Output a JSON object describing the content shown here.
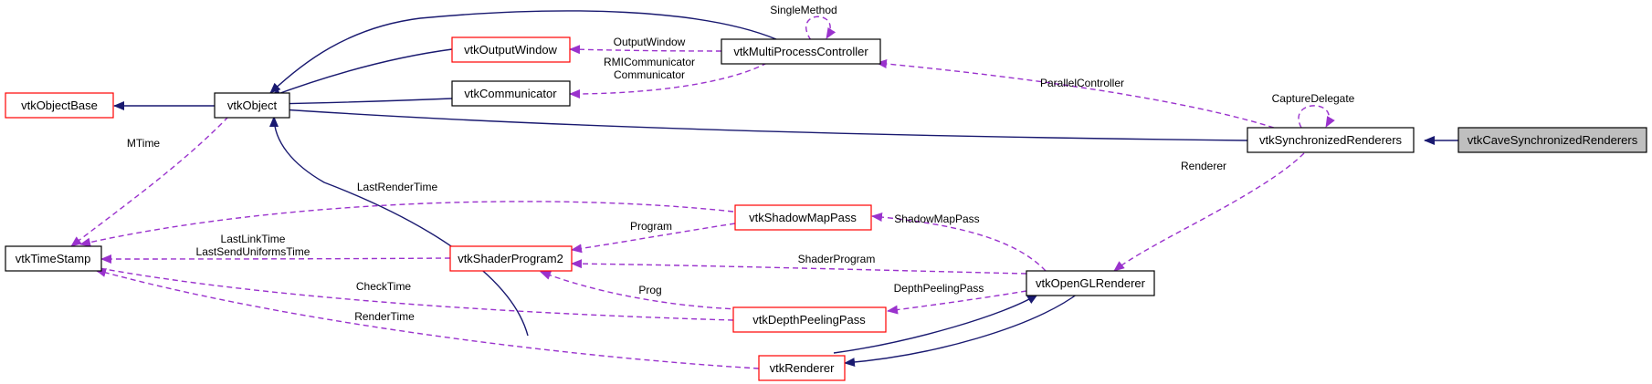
{
  "diagram": {
    "colors": {
      "inheritance": "#191970",
      "usage": "#9a32cd",
      "node_border_default": "#000000",
      "node_border_incomplete": "#ff0000",
      "highlight_fill": "#bfbfbf"
    },
    "nodes": {
      "vtkCaveSynchronizedRenderers": {
        "label": "vtkCaveSynchronizedRenderers",
        "border": "#000000",
        "highlighted": true
      },
      "vtkSynchronizedRenderers": {
        "label": "vtkSynchronizedRenderers",
        "border": "#000000",
        "highlighted": false
      },
      "vtkObject": {
        "label": "vtkObject",
        "border": "#000000",
        "highlighted": false
      },
      "vtkObjectBase": {
        "label": "vtkObjectBase",
        "border": "#ff0000",
        "highlighted": false
      },
      "vtkOutputWindow": {
        "label": "vtkOutputWindow",
        "border": "#ff0000",
        "highlighted": false
      },
      "vtkMultiProcessController": {
        "label": "vtkMultiProcessController",
        "border": "#000000",
        "highlighted": false
      },
      "vtkCommunicator": {
        "label": "vtkCommunicator",
        "border": "#000000",
        "highlighted": false
      },
      "vtkTimeStamp": {
        "label": "vtkTimeStamp",
        "border": "#000000",
        "highlighted": false
      },
      "vtkShaderProgram2": {
        "label": "vtkShaderProgram2",
        "border": "#ff0000",
        "highlighted": false
      },
      "vtkShadowMapPass": {
        "label": "vtkShadowMapPass",
        "border": "#ff0000",
        "highlighted": false
      },
      "vtkOpenGLRenderer": {
        "label": "vtkOpenGLRenderer",
        "border": "#000000",
        "highlighted": false
      },
      "vtkDepthPeelingPass": {
        "label": "vtkDepthPeelingPass",
        "border": "#ff0000",
        "highlighted": false
      },
      "vtkRenderer": {
        "label": "vtkRenderer",
        "border": "#ff0000",
        "highlighted": false
      }
    },
    "edges": [
      {
        "from": "vtkSynchronizedRenderers",
        "to": "vtkCaveSynchronizedRenderers",
        "kind": "inheritance",
        "labels": []
      },
      {
        "from": "vtkObject",
        "to": "vtkSynchronizedRenderers",
        "kind": "inheritance",
        "labels": []
      },
      {
        "from": "vtkObjectBase",
        "to": "vtkObject",
        "kind": "inheritance",
        "labels": []
      },
      {
        "from": "vtkObject",
        "to": "vtkOutputWindow",
        "kind": "inheritance",
        "labels": []
      },
      {
        "from": "vtkObject",
        "to": "vtkMultiProcessController",
        "kind": "inheritance",
        "labels": []
      },
      {
        "from": "vtkObject",
        "to": "vtkCommunicator",
        "kind": "inheritance",
        "labels": []
      },
      {
        "from": "vtkObject",
        "to": "vtkShaderProgram2",
        "kind": "inheritance",
        "labels": []
      },
      {
        "from": "vtkRenderer",
        "to": "vtkOpenGLRenderer",
        "kind": "inheritance",
        "labels": []
      },
      {
        "from": "vtkOpenGLRenderer",
        "to": "vtkRenderer",
        "kind": "inheritance",
        "labels": []
      },
      {
        "from": "vtkMultiProcessController",
        "to": "vtkMultiProcessController",
        "kind": "usage",
        "labels": [
          "SingleMethod"
        ]
      },
      {
        "from": "vtkMultiProcessController",
        "to": "vtkOutputWindow",
        "kind": "usage",
        "labels": [
          "OutputWindow"
        ]
      },
      {
        "from": "vtkMultiProcessController",
        "to": "vtkCommunicator",
        "kind": "usage",
        "labels": [
          "RMICommunicator",
          "Communicator"
        ]
      },
      {
        "from": "vtkSynchronizedRenderers",
        "to": "vtkMultiProcessController",
        "kind": "usage",
        "labels": [
          "ParallelController"
        ]
      },
      {
        "from": "vtkSynchronizedRenderers",
        "to": "vtkSynchronizedRenderers",
        "kind": "usage",
        "labels": [
          "CaptureDelegate"
        ]
      },
      {
        "from": "vtkSynchronizedRenderers",
        "to": "vtkOpenGLRenderer",
        "kind": "usage",
        "labels": [
          "Renderer"
        ]
      },
      {
        "from": "vtkObject",
        "to": "vtkTimeStamp",
        "kind": "usage",
        "labels": [
          "MTime"
        ]
      },
      {
        "from": "vtkShadowMapPass",
        "to": "vtkTimeStamp",
        "kind": "usage",
        "labels": [
          "LastRenderTime"
        ]
      },
      {
        "from": "vtkShaderProgram2",
        "to": "vtkTimeStamp",
        "kind": "usage",
        "labels": [
          "LastLinkTime",
          "LastSendUniformsTime"
        ]
      },
      {
        "from": "vtkDepthPeelingPass",
        "to": "vtkTimeStamp",
        "kind": "usage",
        "labels": [
          "CheckTime"
        ]
      },
      {
        "from": "vtkRenderer",
        "to": "vtkTimeStamp",
        "kind": "usage",
        "labels": [
          "RenderTime"
        ]
      },
      {
        "from": "vtkShadowMapPass",
        "to": "vtkShaderProgram2",
        "kind": "usage",
        "labels": [
          "Program"
        ]
      },
      {
        "from": "vtkOpenGLRenderer",
        "to": "vtkShadowMapPass",
        "kind": "usage",
        "labels": [
          "ShadowMapPass"
        ]
      },
      {
        "from": "vtkOpenGLRenderer",
        "to": "vtkShaderProgram2",
        "kind": "usage",
        "labels": [
          "ShaderProgram"
        ]
      },
      {
        "from": "vtkOpenGLRenderer",
        "to": "vtkDepthPeelingPass",
        "kind": "usage",
        "labels": [
          "DepthPeelingPass"
        ]
      },
      {
        "from": "vtkDepthPeelingPass",
        "to": "vtkShaderProgram2",
        "kind": "usage",
        "labels": [
          "Prog"
        ]
      }
    ]
  }
}
